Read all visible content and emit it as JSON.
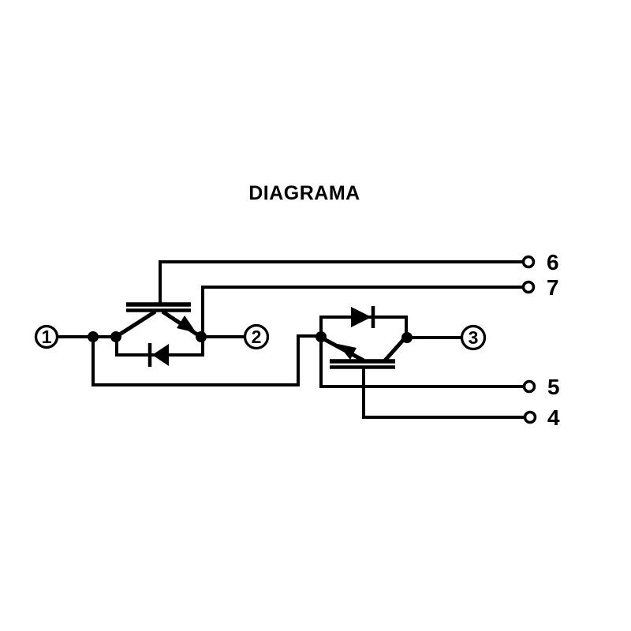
{
  "title": "DIAGRAMA",
  "colors": {
    "ink": "#000000",
    "background": "#ffffff"
  },
  "pins": [
    {
      "label": "1"
    },
    {
      "label": "2"
    },
    {
      "label": "3"
    }
  ],
  "terminals": [
    {
      "label": "6"
    },
    {
      "label": "7"
    },
    {
      "label": "5"
    },
    {
      "label": "4"
    }
  ]
}
